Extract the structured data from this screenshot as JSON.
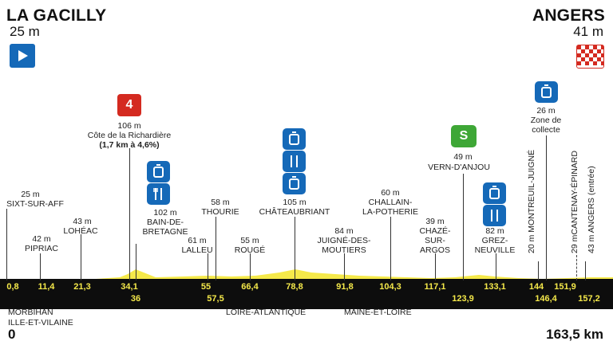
{
  "start": {
    "city": "LA GACILLY",
    "alt": "25 m",
    "km": "0"
  },
  "finish": {
    "city": "ANGERS",
    "alt": "41 m",
    "km": "163,5 km"
  },
  "regions": [
    "MORBIHAN",
    "ILLE-ET-VILAINE",
    "LOIRE-ATLANTIQUE",
    "MAINE-ET-LOIRE"
  ],
  "climb": {
    "category": "4",
    "alt": "106 m",
    "name": "Côte de la Richardière",
    "detail": "(1,7 km à 4,6%)"
  },
  "sprint": {
    "label": "S"
  },
  "points": [
    {
      "alt": "25 m",
      "name": "SIXT-SUR-AFF"
    },
    {
      "alt": "42 m",
      "name": "PIPRIAC"
    },
    {
      "alt": "43 m",
      "name": "LOHÉAC"
    },
    {
      "alt": "102 m",
      "name1": "BAIN-DE-",
      "name2": "BRETAGNE"
    },
    {
      "alt": "61 m",
      "name": "LALLEU"
    },
    {
      "alt": "58 m",
      "name": "THOURIE"
    },
    {
      "alt": "55 m",
      "name": "ROUGÉ"
    },
    {
      "alt": "105 m",
      "name": "CHÂTEAUBRIANT"
    },
    {
      "alt": "84 m",
      "name1": "JUIGNÉ-DES-",
      "name2": "MOUTIERS"
    },
    {
      "alt": "60 m",
      "name1": "CHALLAIN-",
      "name2": "LA-POTHERIE"
    },
    {
      "alt": "39 m",
      "name1": "CHAZÉ-",
      "name2": "SUR-",
      "name3": "ARGOS"
    },
    {
      "alt": "49 m",
      "name": "VERN-D'ANJOU"
    },
    {
      "alt": "82 m",
      "name1": "GREZ-",
      "name2": "NEUVILLE"
    },
    {
      "alt": "26 m",
      "name1": "Zone de",
      "name2": "collecte"
    }
  ],
  "vertical": [
    {
      "text": "20 m MONTREUIL-JUIGNÉ"
    },
    {
      "text": "29 mCANTENAY-ÉPINARD"
    },
    {
      "text": "43 m ANGERS (entrée)"
    }
  ],
  "km_top": [
    "0,8",
    "11,4",
    "21,3",
    "34,1",
    "55",
    "66,4",
    "78,8",
    "91,8",
    "104,3",
    "117,1",
    "133,1",
    "144",
    "151,9"
  ],
  "km_bottom": [
    "36",
    "57,5",
    "123,9",
    "146,4",
    "157,2"
  ],
  "colors": {
    "yellow": "#f5e94a",
    "road": "#0d0d0d",
    "blue": "#1569b8",
    "red": "#d42a20",
    "green": "#3ea736"
  }
}
